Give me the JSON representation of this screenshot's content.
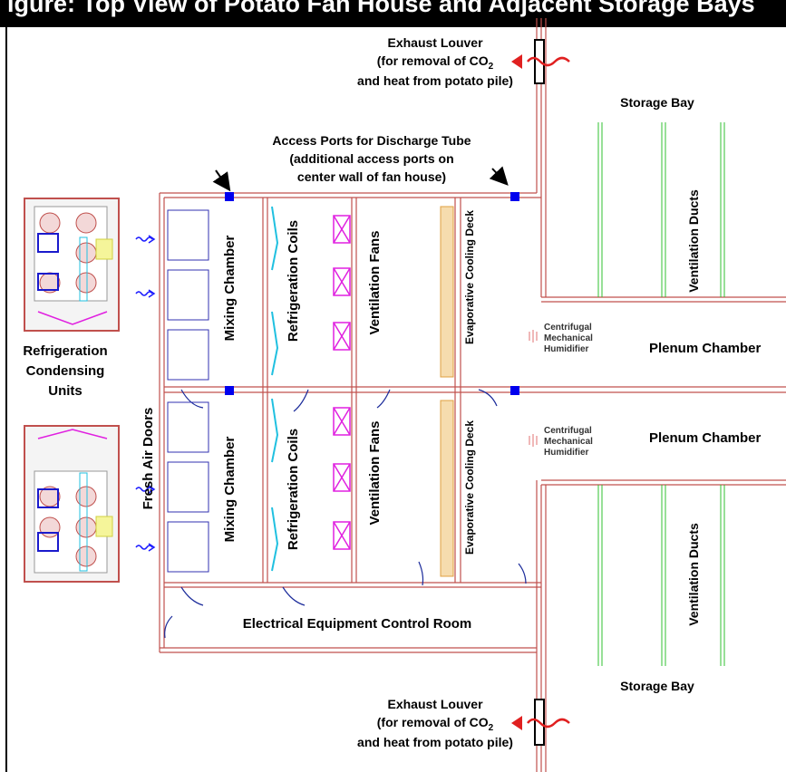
{
  "title": "igure: Top View of Potato Fan House and Adjacent Storage Bays",
  "labels": {
    "exhaust_louver_line1": "Exhaust Louver",
    "exhaust_louver_line2_pre": "(for removal of CO",
    "exhaust_louver_line2_sub": "2",
    "exhaust_louver_line3": "and heat from potato pile)",
    "storage_bay": "Storage Bay",
    "access_ports_line1": "Access Ports for Discharge Tube",
    "access_ports_line2": "(additional access ports on",
    "access_ports_line3": "center wall of fan house)",
    "ventilation_ducts": "Ventilation Ducts",
    "refrigeration_condensing_units_line1": "Refrigeration",
    "refrigeration_condensing_units_line2": "Condensing",
    "refrigeration_condensing_units_line3": "Units",
    "fresh_air_doors": "Fresh Air Doors",
    "mixing_chamber": "Mixing Chamber",
    "refrigeration_coils": "Refrigeration Coils",
    "ventilation_fans": "Ventilation Fans",
    "evaporative_cooling_deck": "Evaporative Cooling Deck",
    "humidifier_line1": "Centrifugal",
    "humidifier_line2": "Mechanical",
    "humidifier_line3": "Humidifier",
    "plenum_chamber": "Plenum Chamber",
    "electrical_room": "Electrical Equipment Control Room"
  },
  "colors": {
    "wall": "#c0504d",
    "port": "#0000ee",
    "arrow_red": "#e02020",
    "airflow_blue": "#1a1aff",
    "fan_magenta": "#e020e0",
    "coil_cyan": "#20c0e0",
    "deck_orange": "#e0a040",
    "duct_green": "#30c030",
    "chamber_blue": "#3030b0",
    "unit_yellow": "#f0f060"
  }
}
